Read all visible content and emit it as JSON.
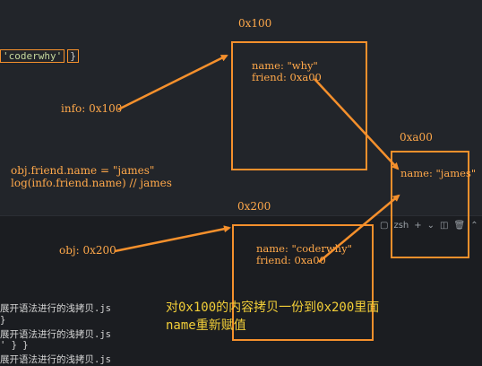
{
  "code_snippet": {
    "string": "'coderwhy'",
    "close": "}"
  },
  "memory": {
    "box1": {
      "address": "0x100",
      "line1": "name: \"why\"",
      "line2": "friend: 0xa00"
    },
    "box2": {
      "address": "0xa00",
      "line1": "name: \"james\""
    },
    "box3": {
      "address": "0x200",
      "line1": "name: \"coderwhy\"",
      "line2": "friend: 0xa00"
    }
  },
  "labels": {
    "info": "info: 0x100",
    "obj": "obj: 0x200",
    "code1": "obj.friend.name = \"james\"",
    "code2": "log(info.friend.name) // james"
  },
  "caption": {
    "line1": "对0x100的内容拷贝一份到0x200里面",
    "line2": "name重新赋值"
  },
  "terminal": {
    "lines": [
      "展开语法进行的浅拷贝.js",
      "}",
      "展开语法进行的浅拷贝.js",
      "' } }",
      "展开语法进行的浅拷贝.js"
    ],
    "shell": "zsh"
  },
  "colors": {
    "accent": "#f5902c",
    "caption": "#f2ce38"
  }
}
